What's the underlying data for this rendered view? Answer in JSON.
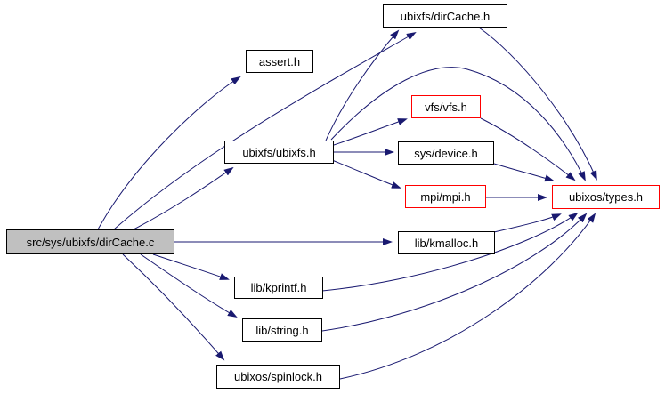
{
  "diagram": {
    "kind": "include-dependency-graph",
    "colors": {
      "edge": "#191970",
      "node_border": "#000000",
      "highlight_border": "#ff0000",
      "main_node_fill": "#c0c0c0",
      "background": "#ffffff",
      "text": "#000000"
    },
    "nodes": {
      "dircache_c": {
        "label": "src/sys/ubixfs/dirCache.c",
        "style": "main"
      },
      "assert_h": {
        "label": "assert.h",
        "style": "normal"
      },
      "dircache_h": {
        "label": "ubixfs/dirCache.h",
        "style": "normal"
      },
      "ubixfs_h": {
        "label": "ubixfs/ubixfs.h",
        "style": "normal"
      },
      "vfs_h": {
        "label": "vfs/vfs.h",
        "style": "red"
      },
      "device_h": {
        "label": "sys/device.h",
        "style": "normal"
      },
      "mpi_h": {
        "label": "mpi/mpi.h",
        "style": "red"
      },
      "types_h": {
        "label": "ubixos/types.h",
        "style": "red"
      },
      "kmalloc_h": {
        "label": "lib/kmalloc.h",
        "style": "normal"
      },
      "kprintf_h": {
        "label": "lib/kprintf.h",
        "style": "normal"
      },
      "string_h": {
        "label": "lib/string.h",
        "style": "normal"
      },
      "spinlock_h": {
        "label": "ubixos/spinlock.h",
        "style": "normal"
      }
    },
    "edges": [
      {
        "from": "dircache_c",
        "to": "assert_h"
      },
      {
        "from": "dircache_c",
        "to": "dircache_h"
      },
      {
        "from": "dircache_c",
        "to": "ubixfs_h"
      },
      {
        "from": "dircache_c",
        "to": "kmalloc_h"
      },
      {
        "from": "dircache_c",
        "to": "kprintf_h"
      },
      {
        "from": "dircache_c",
        "to": "string_h"
      },
      {
        "from": "dircache_c",
        "to": "spinlock_h"
      },
      {
        "from": "ubixfs_h",
        "to": "dircache_h"
      },
      {
        "from": "ubixfs_h",
        "to": "vfs_h"
      },
      {
        "from": "ubixfs_h",
        "to": "device_h"
      },
      {
        "from": "ubixfs_h",
        "to": "mpi_h"
      },
      {
        "from": "ubixfs_h",
        "to": "types_h"
      },
      {
        "from": "dircache_h",
        "to": "types_h"
      },
      {
        "from": "vfs_h",
        "to": "types_h"
      },
      {
        "from": "device_h",
        "to": "types_h"
      },
      {
        "from": "mpi_h",
        "to": "types_h"
      },
      {
        "from": "kmalloc_h",
        "to": "types_h"
      },
      {
        "from": "kprintf_h",
        "to": "types_h"
      },
      {
        "from": "string_h",
        "to": "types_h"
      },
      {
        "from": "spinlock_h",
        "to": "types_h"
      }
    ]
  }
}
